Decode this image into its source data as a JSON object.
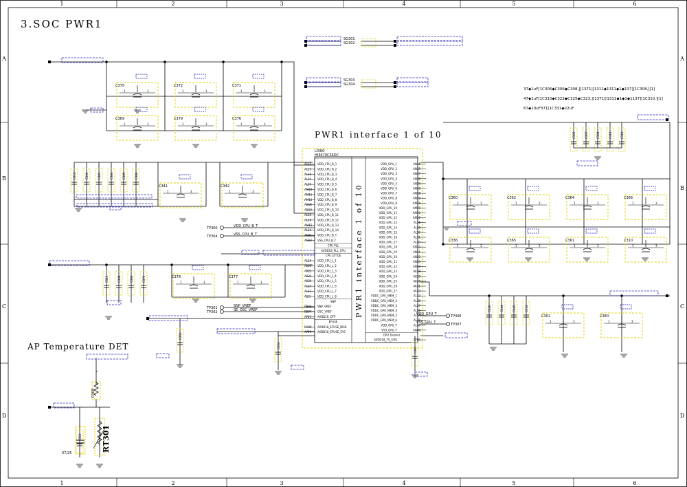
{
  "sheet": {
    "title": "3.SOC PWR1",
    "section_title": "AP Temperature DET",
    "interface_title": "PWR1 interface 1 of 10",
    "col_labels": [
      "1",
      "2",
      "3",
      "4",
      "5",
      "6"
    ],
    "row_labels": [
      "A",
      "B",
      "C",
      "D"
    ]
  },
  "chip": {
    "ref": "U300",
    "part": "HI3670CSSOC",
    "vertical_title": "PWR1 interface 1 of 10",
    "left_pins": [
      {
        "pin": "AL12",
        "net": "VDD_CPU_B_1"
      },
      {
        "pin": "AL13",
        "net": "VDD_CPU_B_2"
      },
      {
        "pin": "AL18",
        "net": "VDD_CPU_B_3"
      },
      {
        "pin": "AL19",
        "net": "VDD_CPU_B_4"
      },
      {
        "pin": "AL20",
        "net": "VDD_CPU_B_5"
      },
      {
        "pin": "AM10",
        "net": "VDD_CPU_B_6"
      },
      {
        "pin": "AM11",
        "net": "VDD_CPU_B_7"
      },
      {
        "pin": "AM13",
        "net": "VDD_CPU_B_8"
      },
      {
        "pin": "AN18",
        "net": "VDD_CPU_B_9"
      },
      {
        "pin": "AN19",
        "net": "VDD_CPU_B_10"
      },
      {
        "pin": "AL15",
        "net": "VDD_CPU_B_11"
      },
      {
        "pin": "AL16",
        "net": "VDD_CPU_B_12"
      },
      {
        "pin": "AM15",
        "net": "VDD_CPU_B_13"
      },
      {
        "pin": "AL14",
        "net": "VDD_CPU_B_14"
      },
      {
        "pin": "AN11",
        "net": "VDD_CPU_B_T"
      },
      {
        "pin": "AN10",
        "net": "VSS_CPU_B_T"
      },
      {
        "pin": "",
        "net": "CPU PLL"
      },
      {
        "pin": "",
        "net": "AVDD18_PLL_CPU"
      },
      {
        "pin": "",
        "net": "CPU LITTLE"
      },
      {
        "pin": "AL24",
        "net": "VDD_CPU_L_1"
      },
      {
        "pin": "AL25",
        "net": "VDD_CPU_L_2"
      },
      {
        "pin": "AK22",
        "net": "VDD_CPU_L_3"
      },
      {
        "pin": "AK24",
        "net": "VDD_CPU_L_4"
      },
      {
        "pin": "AK26",
        "net": "VDD_CPU_L_5"
      },
      {
        "pin": "AL22",
        "net": "VDD_CPU_L_6"
      },
      {
        "pin": "AL23",
        "net": "VDD_CPU_L_7"
      },
      {
        "pin": "AJ23",
        "net": "VDD_CPU_L_8"
      },
      {
        "pin": "",
        "net": "SNP"
      },
      {
        "pin": "BB03",
        "net": "SNP_VREF"
      },
      {
        "pin": "BB07",
        "net": "OSC_VREF"
      },
      {
        "pin": "AY21",
        "net": "AVDD18_OTP"
      },
      {
        "pin": "",
        "net": "EFUSE"
      },
      {
        "pin": "BA09",
        "net": "AVDD18_EFUSE_BISR"
      },
      {
        "pin": "AY59",
        "net": "AVDD18_EFUSE_SYS"
      }
    ],
    "right_pins": [
      {
        "pin": "AN36",
        "net": "VDD_GPU_1"
      },
      {
        "pin": "AN35",
        "net": "VDD_GPU_2"
      },
      {
        "pin": "AN37",
        "net": "VDD_GPU_3"
      },
      {
        "pin": "AN38",
        "net": "VDD_GPU_4"
      },
      {
        "pin": "AN39",
        "net": "VDD_GPU_5"
      },
      {
        "pin": "AN40",
        "net": "VDD_GPU_6"
      },
      {
        "pin": "AN28",
        "net": "VDD_GPU_7"
      },
      {
        "pin": "AN29",
        "net": "VDD_GPU_8"
      },
      {
        "pin": "AM28",
        "net": "VDD_GPU_9"
      },
      {
        "pin": "AM29",
        "net": "VDD_GPU_10"
      },
      {
        "pin": "AM30",
        "net": "VDD_GPU_11"
      },
      {
        "pin": "AM32",
        "net": "VDD_GPU_12"
      },
      {
        "pin": "AL28",
        "net": "VDD_GPU_13"
      },
      {
        "pin": "AL29",
        "net": "VDD_GPU_14"
      },
      {
        "pin": "AL30",
        "net": "VDD_GPU_15"
      },
      {
        "pin": "AL31",
        "net": "VDD_GPU_16"
      },
      {
        "pin": "AL33",
        "net": "VDD_GPU_17"
      },
      {
        "pin": "AM33",
        "net": "VDD_GPU_18"
      },
      {
        "pin": "AN31",
        "net": "VDD_GPU_19"
      },
      {
        "pin": "AN32",
        "net": "VDD_GPU_20"
      },
      {
        "pin": "AN33",
        "net": "VDD_GPU_21"
      },
      {
        "pin": "AN34",
        "net": "VDD_GPU_22"
      },
      {
        "pin": "AK28",
        "net": "VDD_GPU_23"
      },
      {
        "pin": "AK29",
        "net": "VDD_GPU_24"
      },
      {
        "pin": "AK30",
        "net": "VDD_GPU_25"
      },
      {
        "pin": "AK31",
        "net": "VDD_GPU_26"
      },
      {
        "pin": "AK33",
        "net": "VDD_GPU_27"
      },
      {
        "pin": "AL10",
        "net": "VDDC_GPU_MEM_1"
      },
      {
        "pin": "AL38",
        "net": "VDDC_GPU_MEM_2"
      },
      {
        "pin": "AL37",
        "net": "VDDC_GPU_MEM_3"
      },
      {
        "pin": "AL36",
        "net": "VDDC_GPU_MEM_4"
      },
      {
        "pin": "AL34",
        "net": "VDDC_GPU_MEM_5"
      },
      {
        "pin": "AL39",
        "net": "VDDC_GPU_MEM_6"
      },
      {
        "pin": "AL40",
        "net": "VDD_GPU_T"
      },
      {
        "pin": "AN40",
        "net": "VSS_GPU_T"
      },
      {
        "pin": "",
        "net": "GPU Tsensor"
      },
      {
        "pin": "AY09",
        "net": "AVDD18_TS_GPU"
      }
    ]
  },
  "notes": [
    "37◆1uF[1C306◆C306◆C308,][1371][1311◆1311◆1◆137][1C308,][1]",
    "47◆1uF[1C310◆C322◆C325◆C323,][1371][1311◆1◆1◆1137][1C310,][1]",
    "67◆10uF371[1C331◆22uF"
  ],
  "test_points": [
    "TP300",
    "TP304",
    "TP301",
    "TP302",
    "TP306",
    "TP307"
  ],
  "net_labels": {
    "tp_nets": [
      "VDD_CPU_B_T",
      "VSS_CPU_B_T",
      "SNP_VREF",
      "SE_OSC_VREF",
      "VDD_GPU_T",
      "VSS_GPU_T"
    ],
    "shunts": [
      "SG301",
      "SG302",
      "SG303",
      "SG304"
    ]
  },
  "caps": {
    "polarized": [
      "C375",
      "C372",
      "C371",
      "C369",
      "C379",
      "C376",
      "C341",
      "C342",
      "C378",
      "C377",
      "C360",
      "C362",
      "C364",
      "C366",
      "C336",
      "C365",
      "C361",
      "C310",
      "C301",
      "C380"
    ],
    "small": [
      "C312",
      "C309",
      "C383",
      "C384",
      "C385",
      "C386",
      "C311",
      "C308",
      "C346",
      "C370",
      "C355",
      "C354",
      "C382",
      "C326",
      "C344",
      "C345",
      "C314",
      "C305",
      "C307",
      "C304",
      "C313",
      "C319",
      "C303"
    ]
  },
  "thermistor": {
    "ref": "RT301",
    "r_ref": "R308",
    "note": "07/25"
  }
}
